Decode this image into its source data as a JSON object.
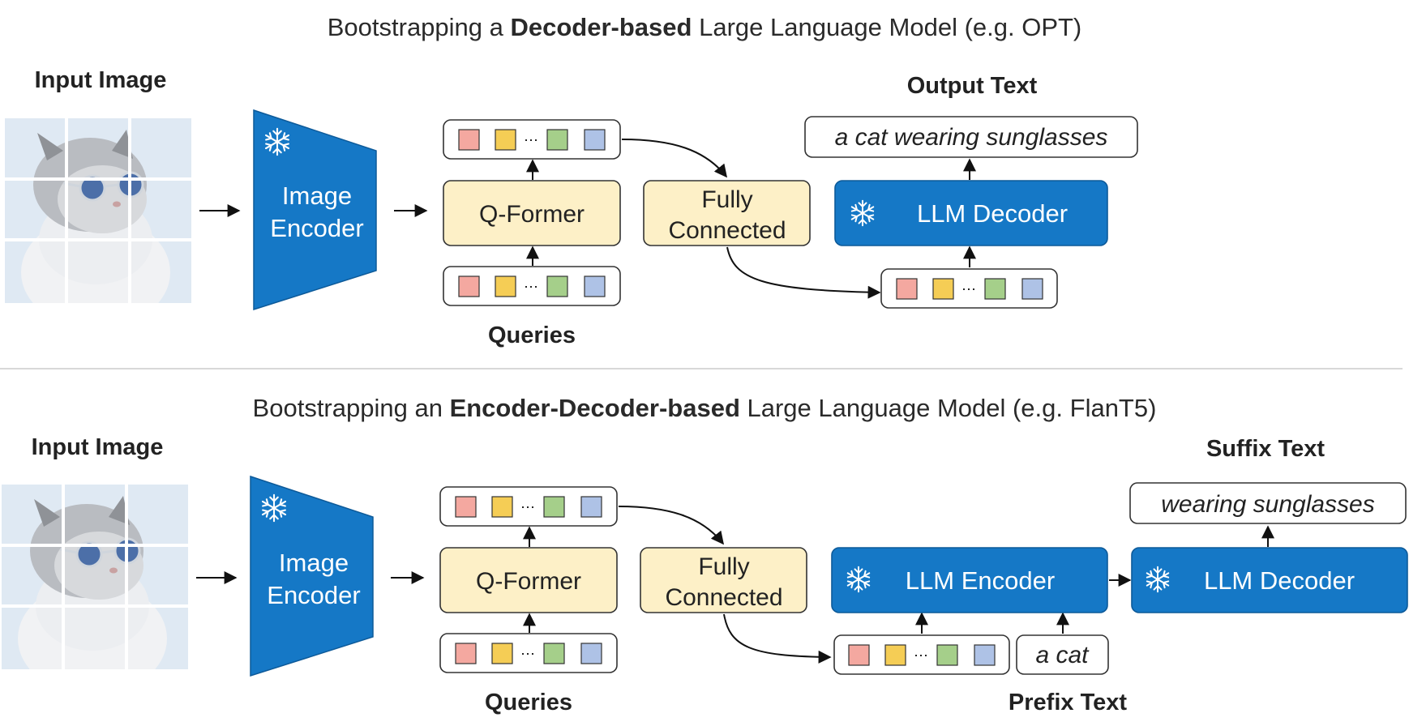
{
  "top": {
    "title_pre": "Bootstrapping a ",
    "title_bold": "Decoder-based",
    "title_post": " Large Language Model (e.g. OPT)",
    "input_image_label": "Input Image",
    "image_encoder_line1": "Image",
    "image_encoder_line2": "Encoder",
    "qformer_label": "Q-Former",
    "queries_label": "Queries",
    "fc_line1": "Fully",
    "fc_line2": "Connected",
    "llm_decoder_label": "LLM Decoder",
    "output_text_header": "Output Text",
    "output_text": "a cat wearing sunglasses",
    "ellipsis": "···"
  },
  "bottom": {
    "title_pre": "Bootstrapping an ",
    "title_bold": "Encoder-Decoder-based",
    "title_post": " Large Language Model (e.g. FlanT5)",
    "input_image_label": "Input Image",
    "image_encoder_line1": "Image",
    "image_encoder_line2": "Encoder",
    "qformer_label": "Q-Former",
    "queries_label": "Queries",
    "fc_line1": "Fully",
    "fc_line2": "Connected",
    "llm_encoder_label": "LLM Encoder",
    "llm_decoder_label": "LLM Decoder",
    "suffix_text_header": "Suffix Text",
    "suffix_text": "wearing sunglasses",
    "prefix_text_header": "Prefix Text",
    "prefix_text": "a cat",
    "ellipsis": "···"
  },
  "colors": {
    "frozen_blue": "#1578c6",
    "qformer_fill": "#fdf0c7",
    "query_red": "#f4a8a0",
    "query_yellow": "#f5cd55",
    "query_green": "#a5cf8a",
    "query_blue": "#aec2e6",
    "divider": "#cccccc"
  },
  "icons": {
    "frozen": "snowflake-icon",
    "image": "cat-with-sunglasses-image"
  }
}
